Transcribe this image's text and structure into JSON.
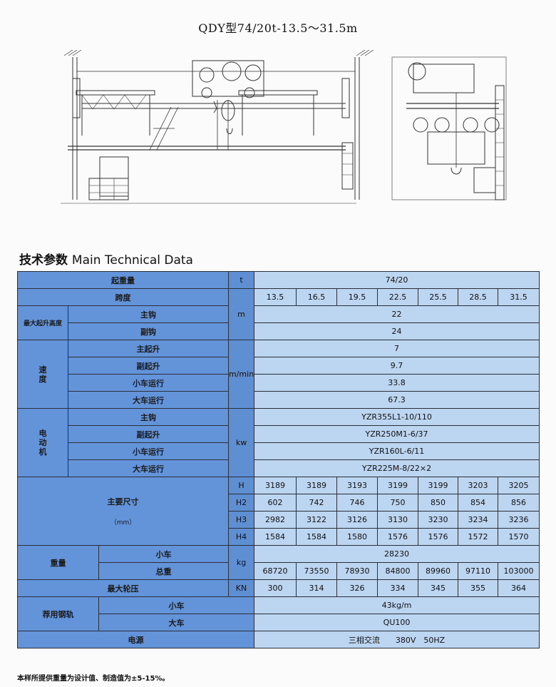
{
  "header": {
    "title": "QDY型74/20t-13.5～31.5m"
  },
  "section": {
    "title_cn": "技术参数",
    "title_en": "Main Technical Data"
  },
  "table": {
    "capacity": {
      "label": "起重量",
      "unit": "t",
      "value": "74/20"
    },
    "span": {
      "label": "跨度",
      "unit": "m",
      "values": [
        "13.5",
        "16.5",
        "19.5",
        "22.5",
        "25.5",
        "28.5",
        "31.5"
      ]
    },
    "lift_height": {
      "label": "最大起升高度",
      "main_hook": {
        "label": "主钩",
        "value": "22"
      },
      "aux_hook": {
        "label": "副钩",
        "value": "24"
      }
    },
    "speed": {
      "label": "速度",
      "unit": "m/min",
      "main_lift": {
        "label": "主起升",
        "value": "7"
      },
      "aux_lift": {
        "label": "副起升",
        "value": "9.7"
      },
      "trolley": {
        "label": "小车运行",
        "value": "33.8"
      },
      "crane": {
        "label": "大车运行",
        "value": "67.3"
      }
    },
    "motor": {
      "label": "电动机",
      "unit": "kw",
      "main_hook": {
        "label": "主钩",
        "value": "YZR355L1-10/110"
      },
      "aux_lift": {
        "label": "副起升",
        "value": "YZR250M1-6/37"
      },
      "trolley": {
        "label": "小车运行",
        "value": "YZR160L-6/11"
      },
      "crane": {
        "label": "大车运行",
        "value": "YZR225M-8/22×2"
      }
    },
    "dimensions": {
      "label": "主要尺寸",
      "unit_label": "（mm）",
      "H": {
        "label": "H",
        "values": [
          "3189",
          "3189",
          "3193",
          "3199",
          "3199",
          "3203",
          "3205"
        ]
      },
      "H2": {
        "label": "H2",
        "values": [
          "602",
          "742",
          "746",
          "750",
          "850",
          "854",
          "856"
        ]
      },
      "H3": {
        "label": "H3",
        "values": [
          "2982",
          "3122",
          "3126",
          "3130",
          "3230",
          "3234",
          "3236"
        ]
      },
      "H4": {
        "label": "H4",
        "values": [
          "1584",
          "1584",
          "1580",
          "1576",
          "1576",
          "1572",
          "1570"
        ]
      }
    },
    "weight": {
      "label": "重量",
      "unit": "kg",
      "trolley": {
        "label": "小车",
        "value": "28230"
      },
      "total": {
        "label": "总重",
        "values": [
          "68720",
          "73550",
          "78930",
          "84800",
          "89960",
          "97110",
          "103000"
        ]
      }
    },
    "wheel_load": {
      "label": "最大轮压",
      "unit": "KN",
      "values": [
        "300",
        "314",
        "326",
        "334",
        "345",
        "355",
        "364"
      ]
    },
    "rail": {
      "label": "荐用钢轨",
      "trolley": {
        "label": "小车",
        "value": "43kg/m"
      },
      "crane": {
        "label": "大车",
        "value": "QU100"
      }
    },
    "power": {
      "label": "电源",
      "value": "三相交流　　380V　50HZ"
    }
  },
  "footnote": "本样所提供重量为设计值、制造值为±5-15%。"
}
